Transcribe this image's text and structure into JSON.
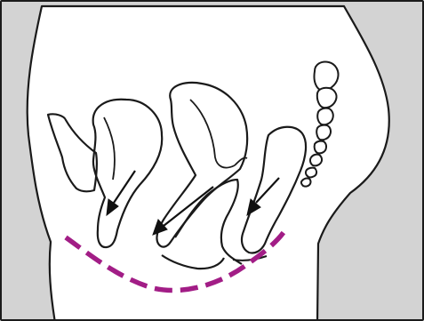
{
  "figure": {
    "background_color": "#d3d3d3",
    "body_fill_color": "#ffffff",
    "outline_color": "#1a1a1a",
    "arrow_color": "#111111",
    "dashed_line_color": "#a21d86",
    "arrows": [
      {
        "id": "anterior-arrow",
        "direction": "down-left"
      },
      {
        "id": "middle-arrow",
        "direction": "down-left"
      },
      {
        "id": "posterior-arrow",
        "direction": "down-left"
      }
    ]
  }
}
